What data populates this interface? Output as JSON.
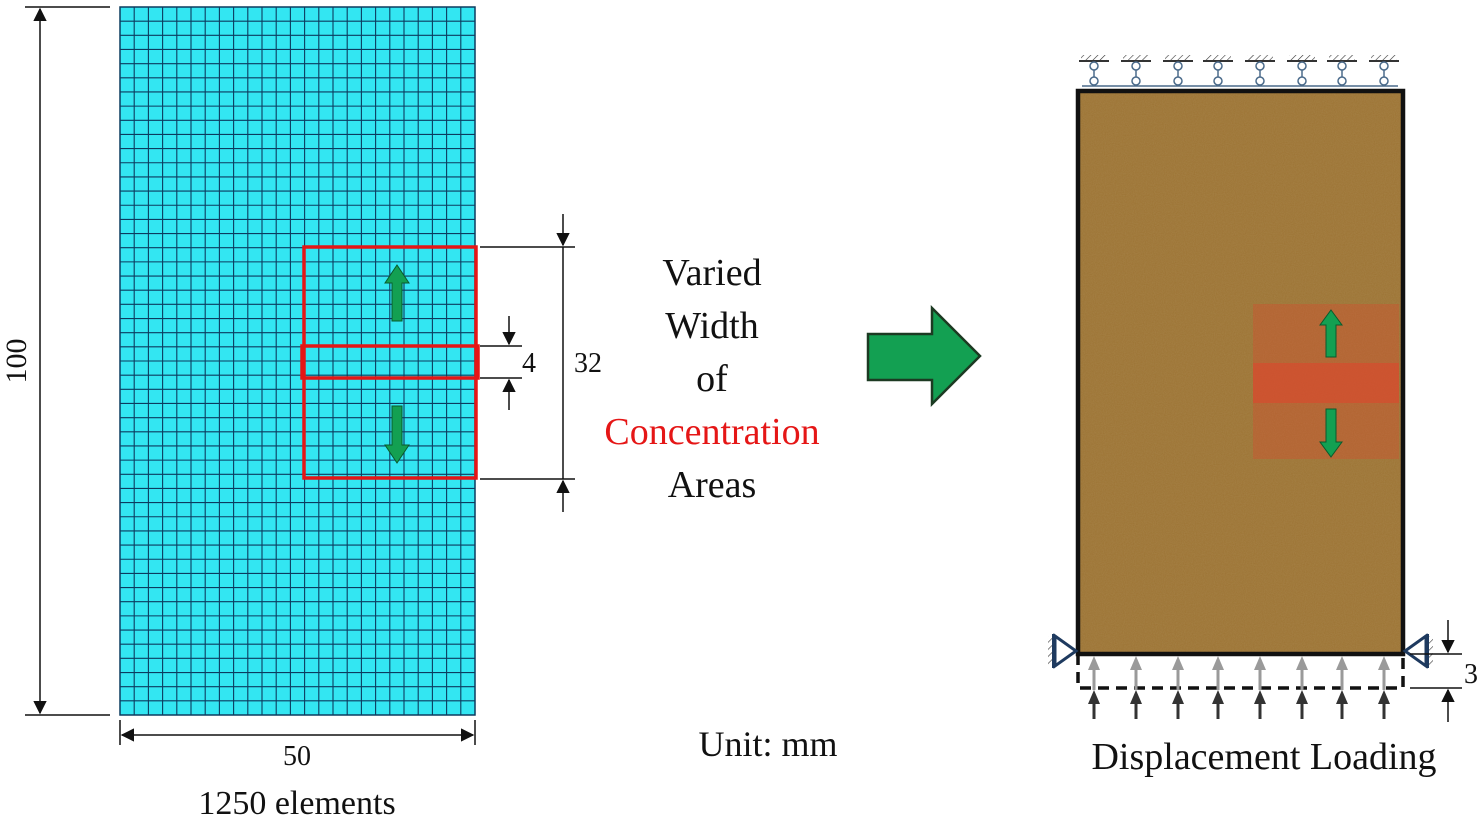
{
  "left_panel": {
    "height_label": "100",
    "width_label": "50",
    "elements_label": "1250 elements",
    "dim_inner_label": "4",
    "dim_outer_label": "32"
  },
  "middle": {
    "text_lines": [
      "Varied",
      "Width",
      "of",
      "Concentration",
      "Areas"
    ],
    "highlight_word": "Concentration",
    "unit_label": "Unit: mm"
  },
  "right_panel": {
    "displacement_value": "3",
    "caption": "Displacement Loading"
  },
  "colors": {
    "mesh_fill": "#33e6f2",
    "mesh_line": "#0c3b5f",
    "highlight_red": "#e51616",
    "arrow_green": "#13a052",
    "soil": "#9c7333",
    "concentration_zone": "#e0442c"
  },
  "mesh": {
    "columns": 25,
    "rows": 50
  }
}
